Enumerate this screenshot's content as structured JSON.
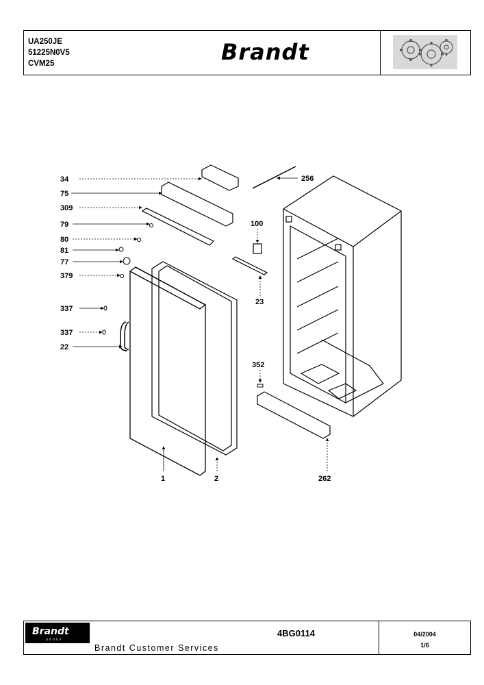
{
  "header": {
    "models": [
      "UA250JE",
      "51225N0V5",
      "CVM25"
    ],
    "brand": "Brandt"
  },
  "diagram": {
    "labels": {
      "l34": "34",
      "l75": "75",
      "l309": "309",
      "l79": "79",
      "l80": "80",
      "l81": "81",
      "l77": "77",
      "l379": "379",
      "l337a": "337",
      "l337b": "337",
      "l22": "22",
      "l256": "256",
      "l100": "100",
      "l23": "23",
      "l352": "352",
      "l1": "1",
      "l2": "2",
      "l262": "262"
    }
  },
  "footer": {
    "logo": "Brandt",
    "logo_sub": "GROUP",
    "service": "Brandt Customer Services",
    "code": "4BG0114",
    "date": "04/2004",
    "page": "1/6"
  },
  "colors": {
    "ink": "#000000",
    "paper": "#ffffff",
    "shade": "#d9d9d9"
  }
}
